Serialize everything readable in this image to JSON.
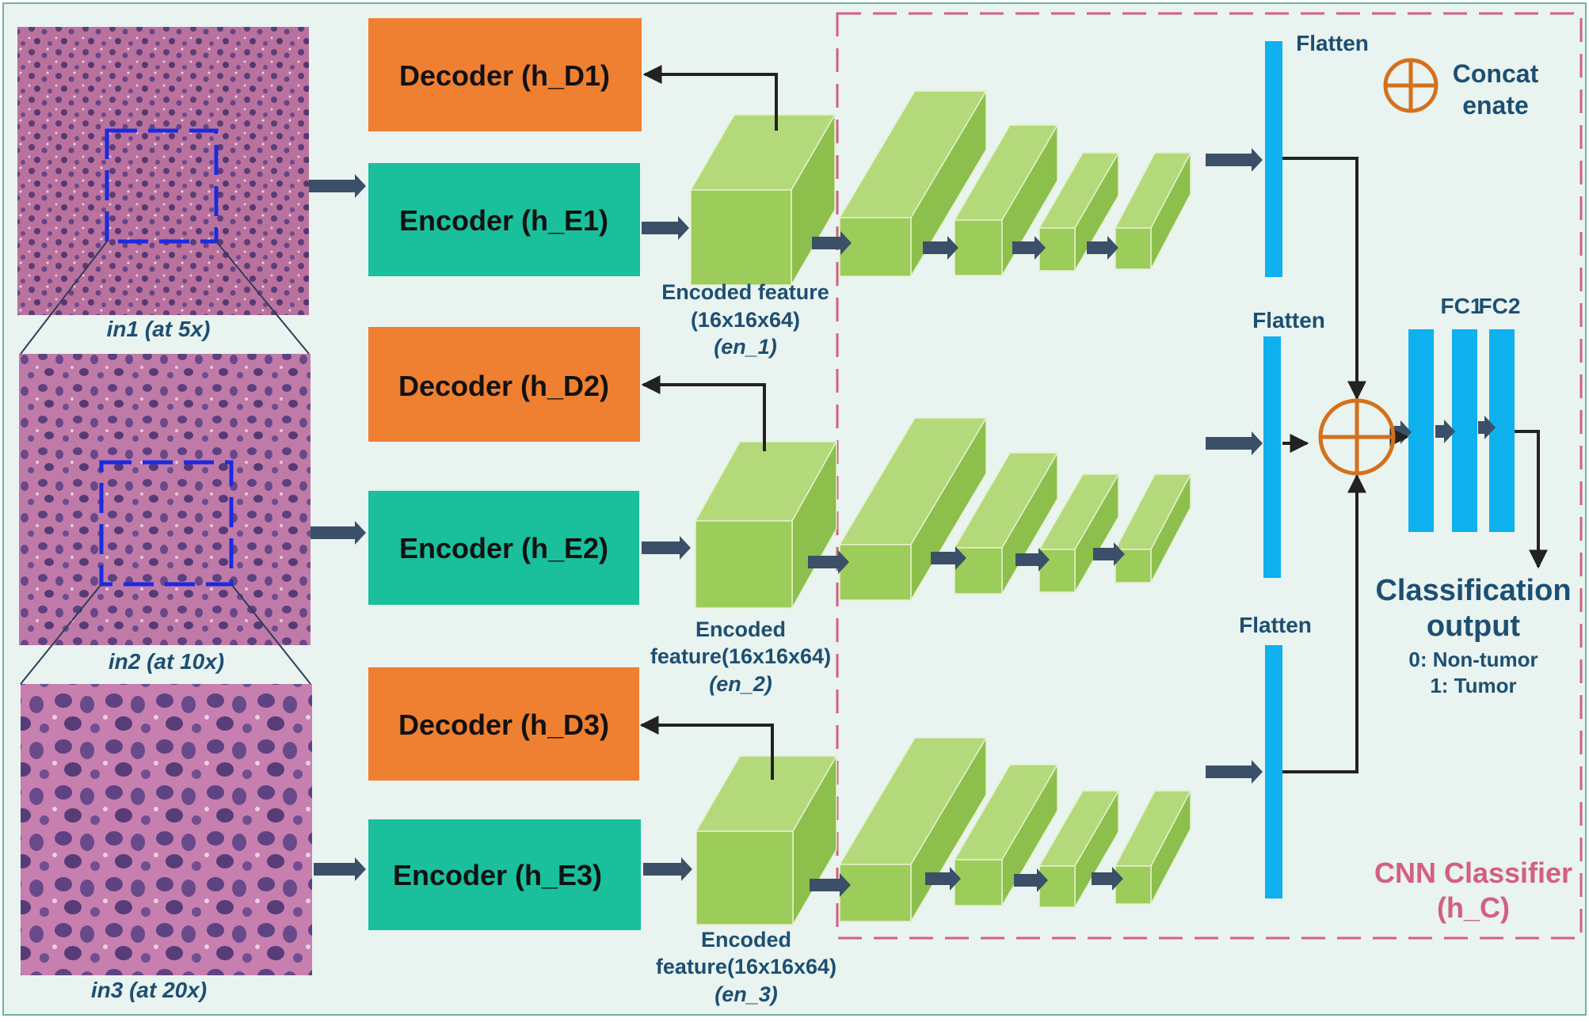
{
  "inputs": [
    {
      "caption": "in1 (at 5x)"
    },
    {
      "caption": "in2 (at 10x)"
    },
    {
      "caption": "in3 (at 20x)"
    }
  ],
  "blocks": {
    "decoder1": "Decoder (h_D1)",
    "decoder2": "Decoder (h_D2)",
    "decoder3": "Decoder (h_D3)",
    "encoder1": "Encoder (h_E1)",
    "encoder2": "Encoder (h_E2)",
    "encoder3": "Encoder (h_E3)"
  },
  "features": {
    "f1": [
      "Encoded feature",
      "(16x16x64)",
      "(en_1)"
    ],
    "f2": [
      "Encoded",
      "feature(16x16x64)",
      "(en_2)"
    ],
    "f3": [
      "Encoded",
      "feature(16x16x64)",
      "(en_3)"
    ]
  },
  "flatten_label": "Flatten",
  "concat_label": [
    "Concat",
    "enate"
  ],
  "fc_labels": {
    "fc1": "FC1",
    "fc2": "FC2"
  },
  "output": {
    "title": [
      "Classification",
      "output"
    ],
    "classes": [
      "0: Non-tumor",
      "1: Tumor"
    ]
  },
  "classifier": {
    "label": [
      "CNN Classifier",
      "(h_C)"
    ]
  },
  "colors": {
    "background": "#e9f3ef",
    "decoder": "#ef7f31",
    "encoder": "#1abf9c",
    "feature": "#9ccc59",
    "flatten": "#0eb0ee",
    "arrow": "#3b5068",
    "classifier_border": "#d2607f",
    "label_text": "#1d4f73",
    "concat": "#d5701c"
  }
}
